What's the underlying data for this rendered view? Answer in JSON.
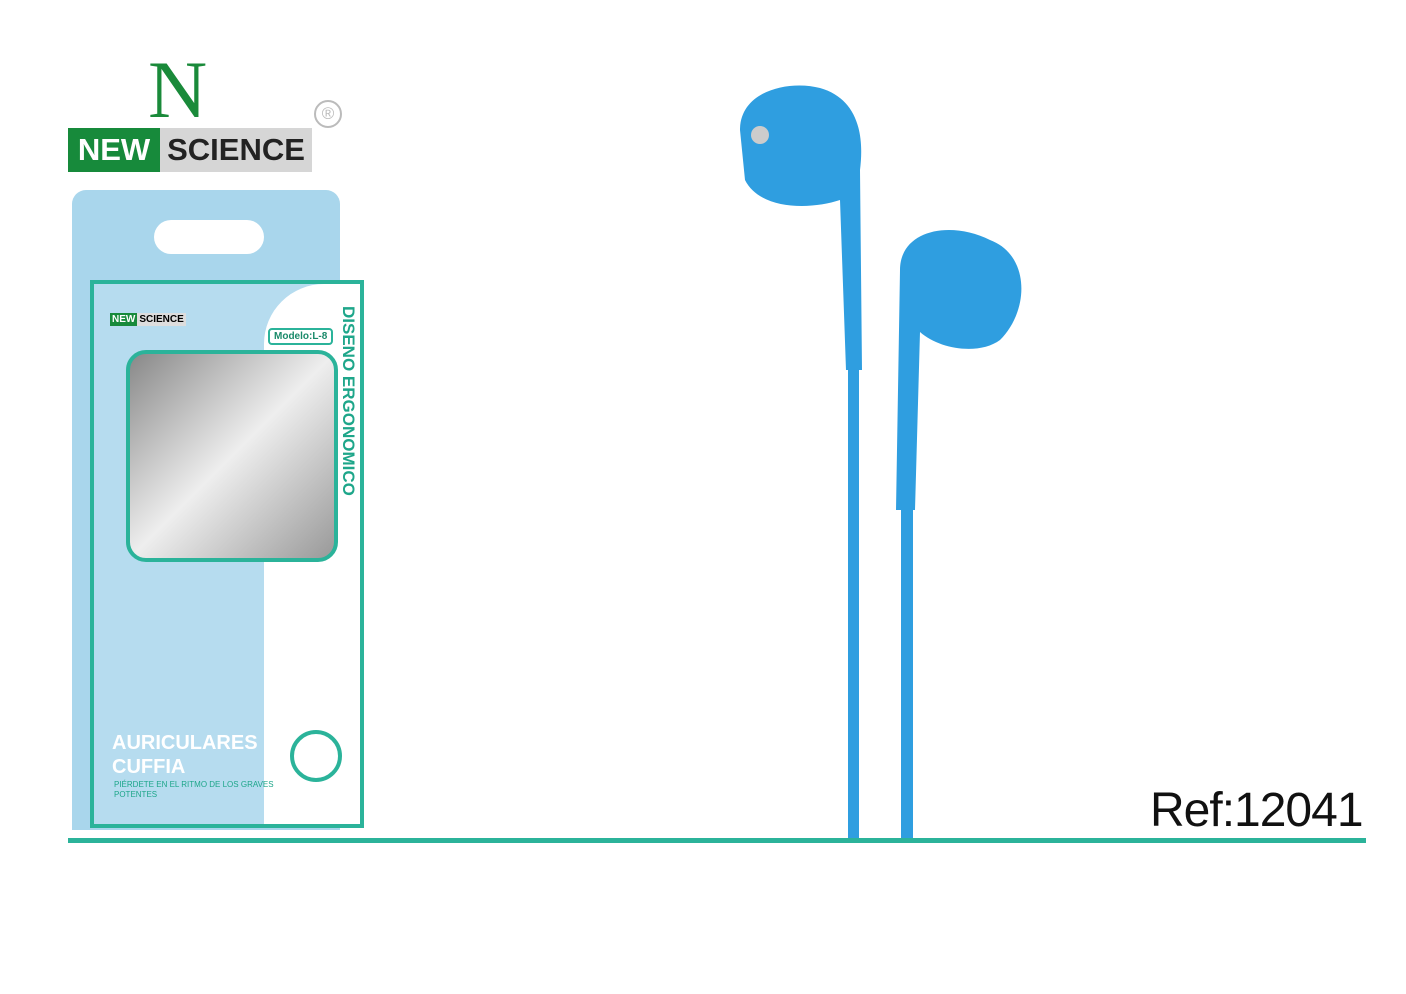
{
  "brand": {
    "monogram": "N",
    "word1": "NEW",
    "word2": "SCIENCE",
    "registered": "®"
  },
  "package": {
    "model": "Modelo:L-8",
    "side_title": "DISENO ERGONOMICO",
    "title_line1": "AURICULARES",
    "title_line2": "CUFFIA",
    "tagline_line1": "PIÉRDETE EN EL RITMO DE LOS GRAVES",
    "tagline_line2": "POTENTES"
  },
  "product": {
    "color": "#2f9ee0"
  },
  "reference": "Ref:12041",
  "colors": {
    "accent": "#2bb39a",
    "brand_green": "#178a3b",
    "package_blue": "#a9d6ec"
  }
}
